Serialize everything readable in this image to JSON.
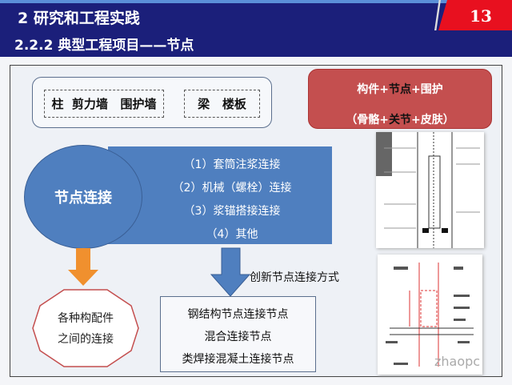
{
  "header": {
    "section_title": "2 研究和工程实践",
    "subtitle": "2.2.2 典型工程项目——节点",
    "page_number": "13"
  },
  "elements": {
    "group1": "柱  剪力墙   围护墙",
    "group2": "梁   楼板"
  },
  "summary": {
    "line1": [
      "构件+",
      "节点",
      "+围护"
    ],
    "line2": [
      "（骨骼+",
      "关节",
      "+皮肤）"
    ]
  },
  "node_connection": {
    "title": "节点连接",
    "methods": [
      "（1）套筒注浆连接",
      "（2）机械（螺栓）连接",
      "（3）浆锚搭接连接",
      "（4）其他"
    ]
  },
  "components_link": [
    "各种构配件",
    "之间的连接"
  ],
  "innovation": {
    "label": "创新节点连接方式",
    "items": [
      "钢结构节点连接节点",
      "混合连接节点",
      "类焊接混凝土连接节点"
    ]
  },
  "watermark": "zhaopc",
  "colors": {
    "header": "#1b1f7a",
    "tab": "#e8101f",
    "blue": "#4f7fbf",
    "red_box": "#c44f4f",
    "orange": "#f0902e"
  }
}
